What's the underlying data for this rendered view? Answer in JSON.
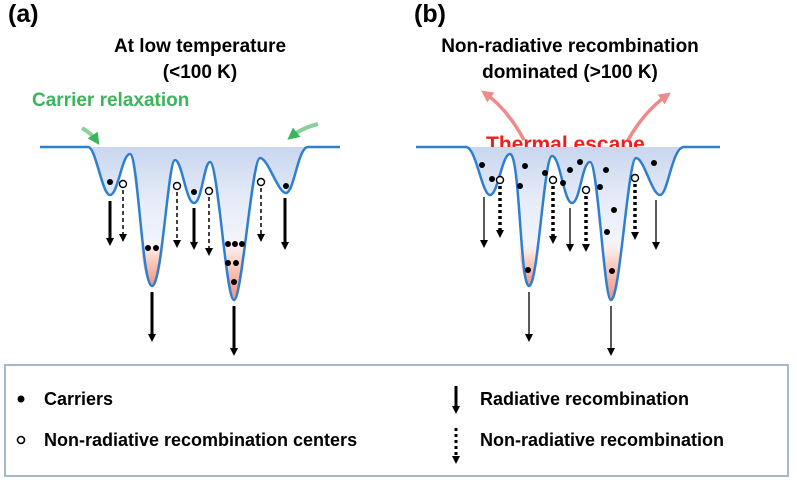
{
  "panel_a": {
    "label": "(a)",
    "title_line1": "At low temperature",
    "title_line2": "(<100 K)",
    "annotation": "Carrier relaxation"
  },
  "panel_b": {
    "label": "(b)",
    "title_line1": "Non-radiative recombination",
    "title_line2": "dominated (>100 K)",
    "annotation": "Thermal escape"
  },
  "legend": {
    "carriers": "Carriers",
    "centers": "Non-radiative recombination centers",
    "radiative": "Radiative recombination",
    "nonradiative": "Non-radiative recombination"
  },
  "colors": {
    "well_line": "#2f7fd0",
    "relaxation": "#3cb45c",
    "escape": "#f01d1d",
    "escape_arrow": "#f08a8a",
    "legend_border": "#a7b7cc"
  }
}
